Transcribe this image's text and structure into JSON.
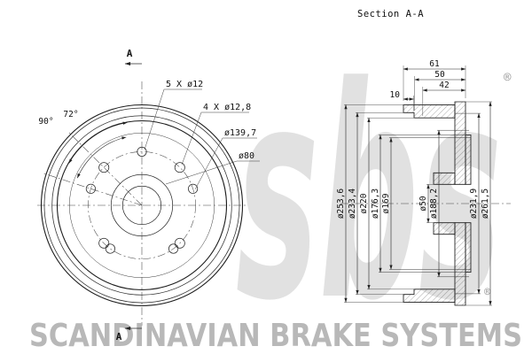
{
  "section_view": {
    "title": "Section A-A",
    "top_dims": [
      "61",
      "50",
      "42",
      "10"
    ],
    "left_dims": [
      "ø253,6",
      "ø233,4",
      "ø220",
      "ø176,3",
      "ø169"
    ],
    "inner_dims": [
      "ø50",
      "ø188,2"
    ],
    "right_dims": [
      "ø231,9",
      "ø261,5"
    ]
  },
  "front_view": {
    "cut_label_top": "A",
    "cut_label_bottom": "A",
    "callouts": [
      "5 X ø12",
      "4 X ø12,8",
      "ø139,7",
      "ø80"
    ],
    "angles": [
      "90°",
      "72°"
    ]
  },
  "branding": {
    "watermark": "sbs",
    "registered": "®",
    "footer": "SCANDINAVIAN BRAKE SYSTEMS",
    "gray": "#b4b4b4",
    "watermark_gray": "#c9c9c9",
    "line_color": "#222222"
  }
}
